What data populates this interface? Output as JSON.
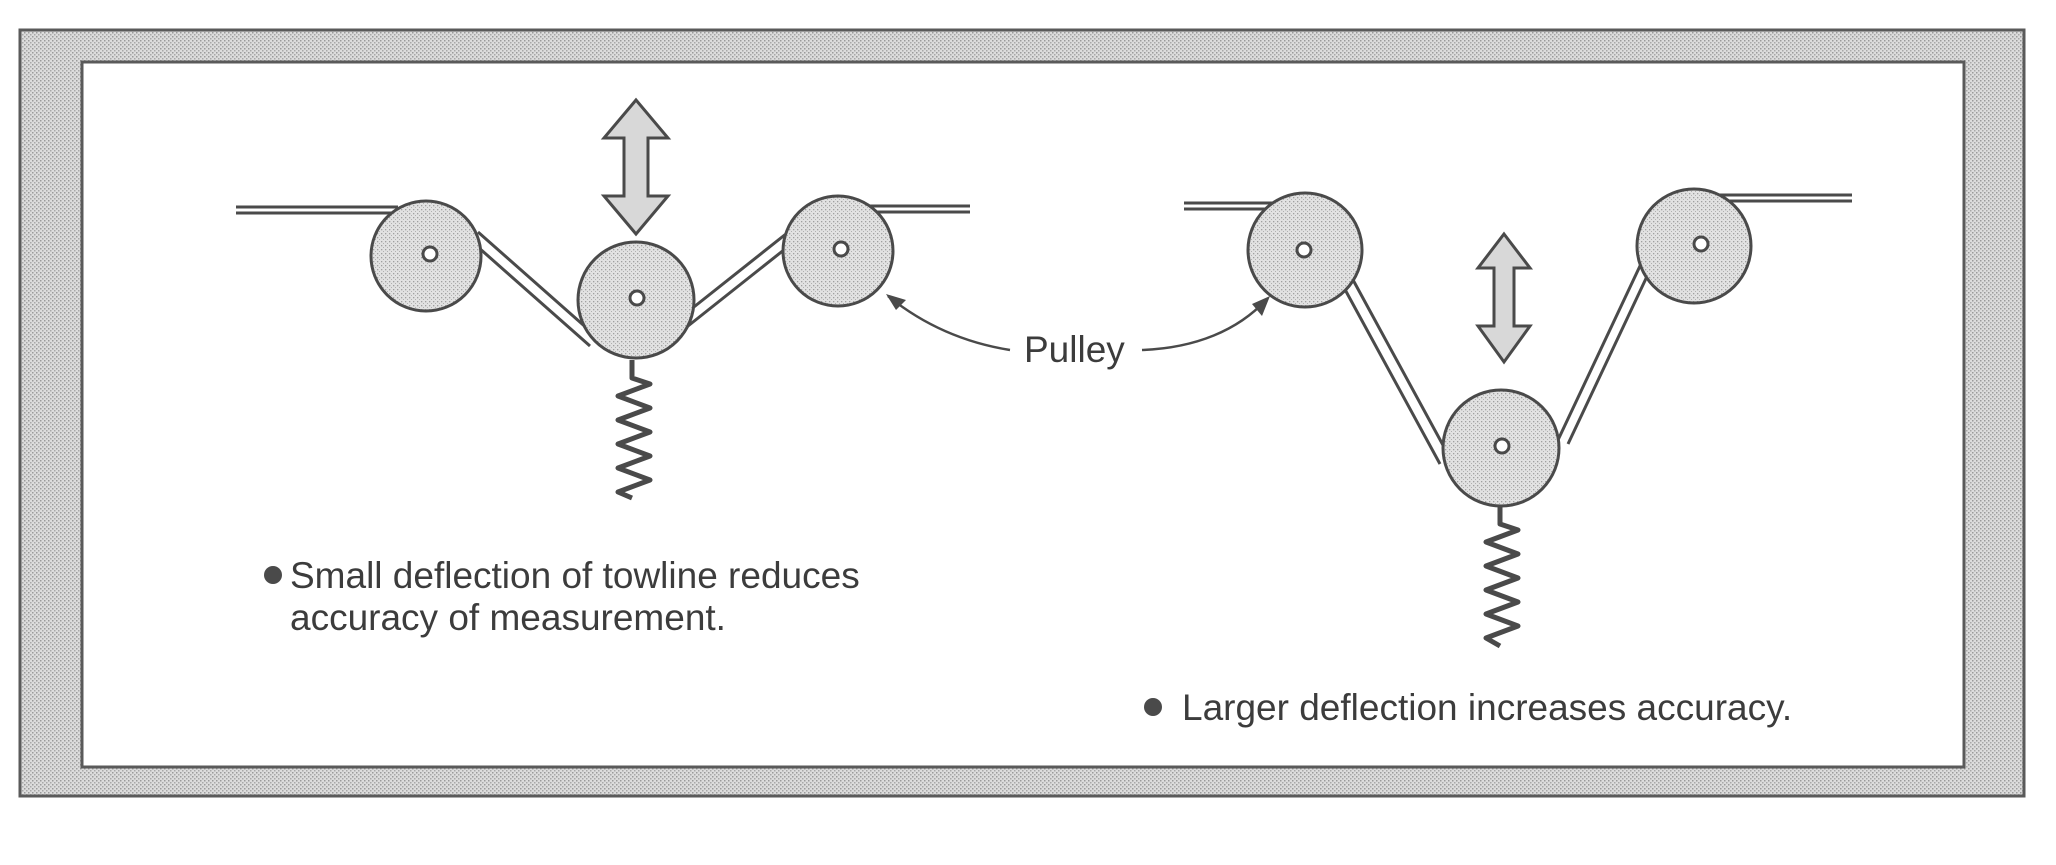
{
  "labels": {
    "pulley": "Pulley",
    "left_caption_line1": "Small deflection of towline reduces",
    "left_caption_line2": "accuracy of measurement.",
    "right_caption": "Larger deflection increases accuracy."
  },
  "colors": {
    "frame_fill": "#d4d4d4",
    "frame_border": "#5a5a5a",
    "pulley_fill": "#d0d0d0",
    "line": "#4a4a4a",
    "arrow_fill": "#d8d8d8",
    "text": "#3c3c3c"
  }
}
